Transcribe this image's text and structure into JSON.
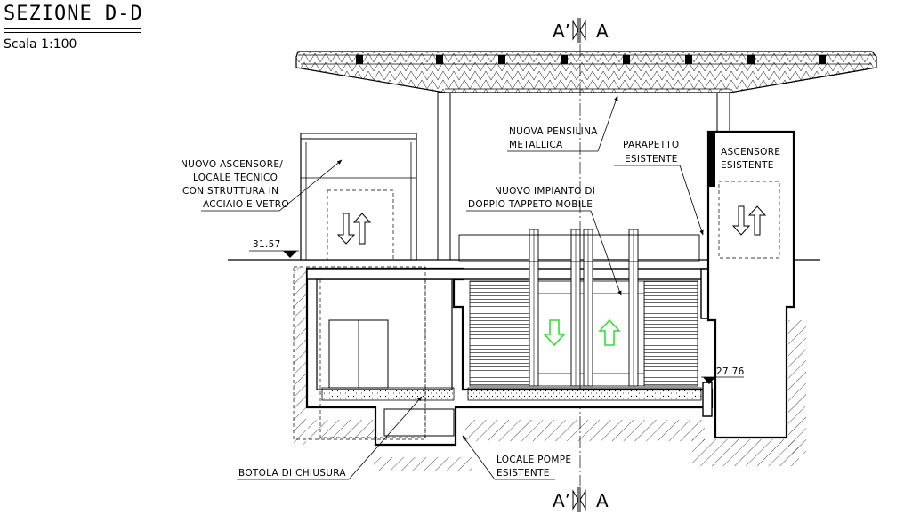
{
  "title": "SEZIONE D-D",
  "scale": "Scala 1:100",
  "section_marker": {
    "left": "A’",
    "right": "A"
  },
  "labels": {
    "pensilina": [
      "NUOVA PENSILINA",
      "METALLICA"
    ],
    "ascensore_nuovo": [
      "NUOVO ASCENSORE/",
      "LOCALE TECNICO",
      "CON STRUTTURA IN",
      "ACCIAIO E VETRO"
    ],
    "parapetto": [
      "PARAPETTO",
      "ESISTENTE"
    ],
    "ascensore_esistente": [
      "ASCENSORE",
      "ESISTENTE"
    ],
    "tappeto": [
      "NUOVO IMPIANTO DI",
      "DOPPIO TAPPETO MOBILE"
    ],
    "botola": "BOTOLA DI CHIUSURA",
    "locale_pompe": [
      "LOCALE POMPE",
      "ESISTENTE"
    ]
  },
  "elevations": {
    "top": "31.57",
    "bottom": "27.76"
  },
  "colors": {
    "line": "#000000",
    "arrow_green": "#33dd33",
    "hatch": "#000000"
  }
}
